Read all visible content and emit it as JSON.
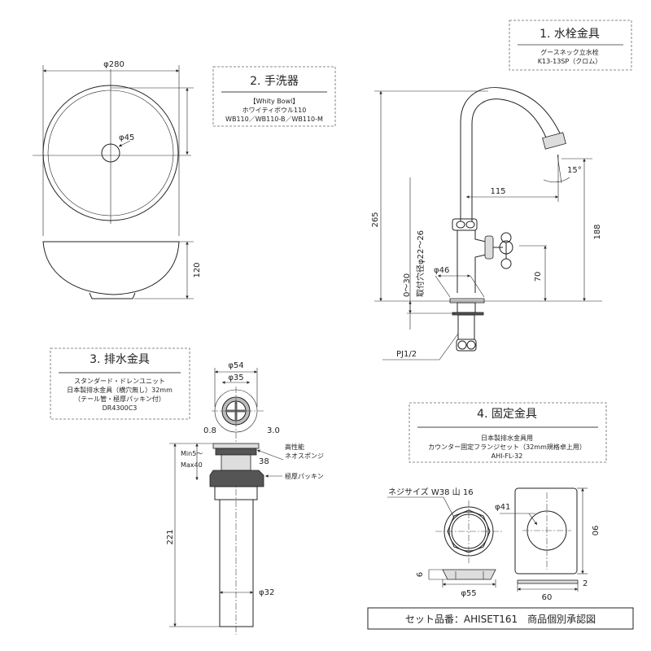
{
  "faucet_box": {
    "title": "1. 水栓金具",
    "lines": [
      "グースネック立水栓",
      "K13-13SP（クロム）"
    ]
  },
  "bowl_box": {
    "title": "2. 手洗器",
    "lines": [
      "【Whity Bowl】",
      "ホワイティボウル110",
      "WB110／WB110-B／WB110-M"
    ]
  },
  "drain_box": {
    "title": "3. 排水金具",
    "lines": [
      "スタンダード・ドレンユニット",
      "日本製排水金具（横穴無し）32mm",
      "（テール管・極厚パッキン付）",
      "DR4300C3"
    ]
  },
  "fixing_box": {
    "title": "4. 固定金具",
    "lines": [
      "日本製排水金具用",
      "カウンター固定フランジセット（32mm規格卓上用）",
      "AHI-FL-32"
    ]
  },
  "bowl_dims": {
    "diameter": "φ280",
    "hole": "φ45",
    "height": "120"
  },
  "faucet_dims": {
    "height": "265",
    "spout_height": "188",
    "reach": "115",
    "angle": "15°",
    "handle_height": "70",
    "base": "φ46",
    "hole_dia": "取付穴径φ22～26",
    "counter": "0～30",
    "thread": "PJ1/2"
  },
  "drain_dims": {
    "outer": "φ54",
    "inner": "φ35",
    "flange": "0.8",
    "sponge_thk": "3.0",
    "sponge_label_1": "高性能",
    "sponge_label_2": "ネオスポンジ",
    "thread": "38",
    "range_1": "Min5～",
    "range_2": "Max40",
    "packing": "極厚パッキン",
    "length": "221",
    "pipe": "φ32"
  },
  "fixing_dims": {
    "thread_spec": "ネジサイズ W38 山 16",
    "hole": "φ41",
    "plate_h": "90",
    "plate_t": "2",
    "plate_w": "60",
    "ring_h": "9",
    "ring_d": "φ55"
  },
  "footer": {
    "label": "セット品番：AHISET161　商品個別承認図"
  }
}
